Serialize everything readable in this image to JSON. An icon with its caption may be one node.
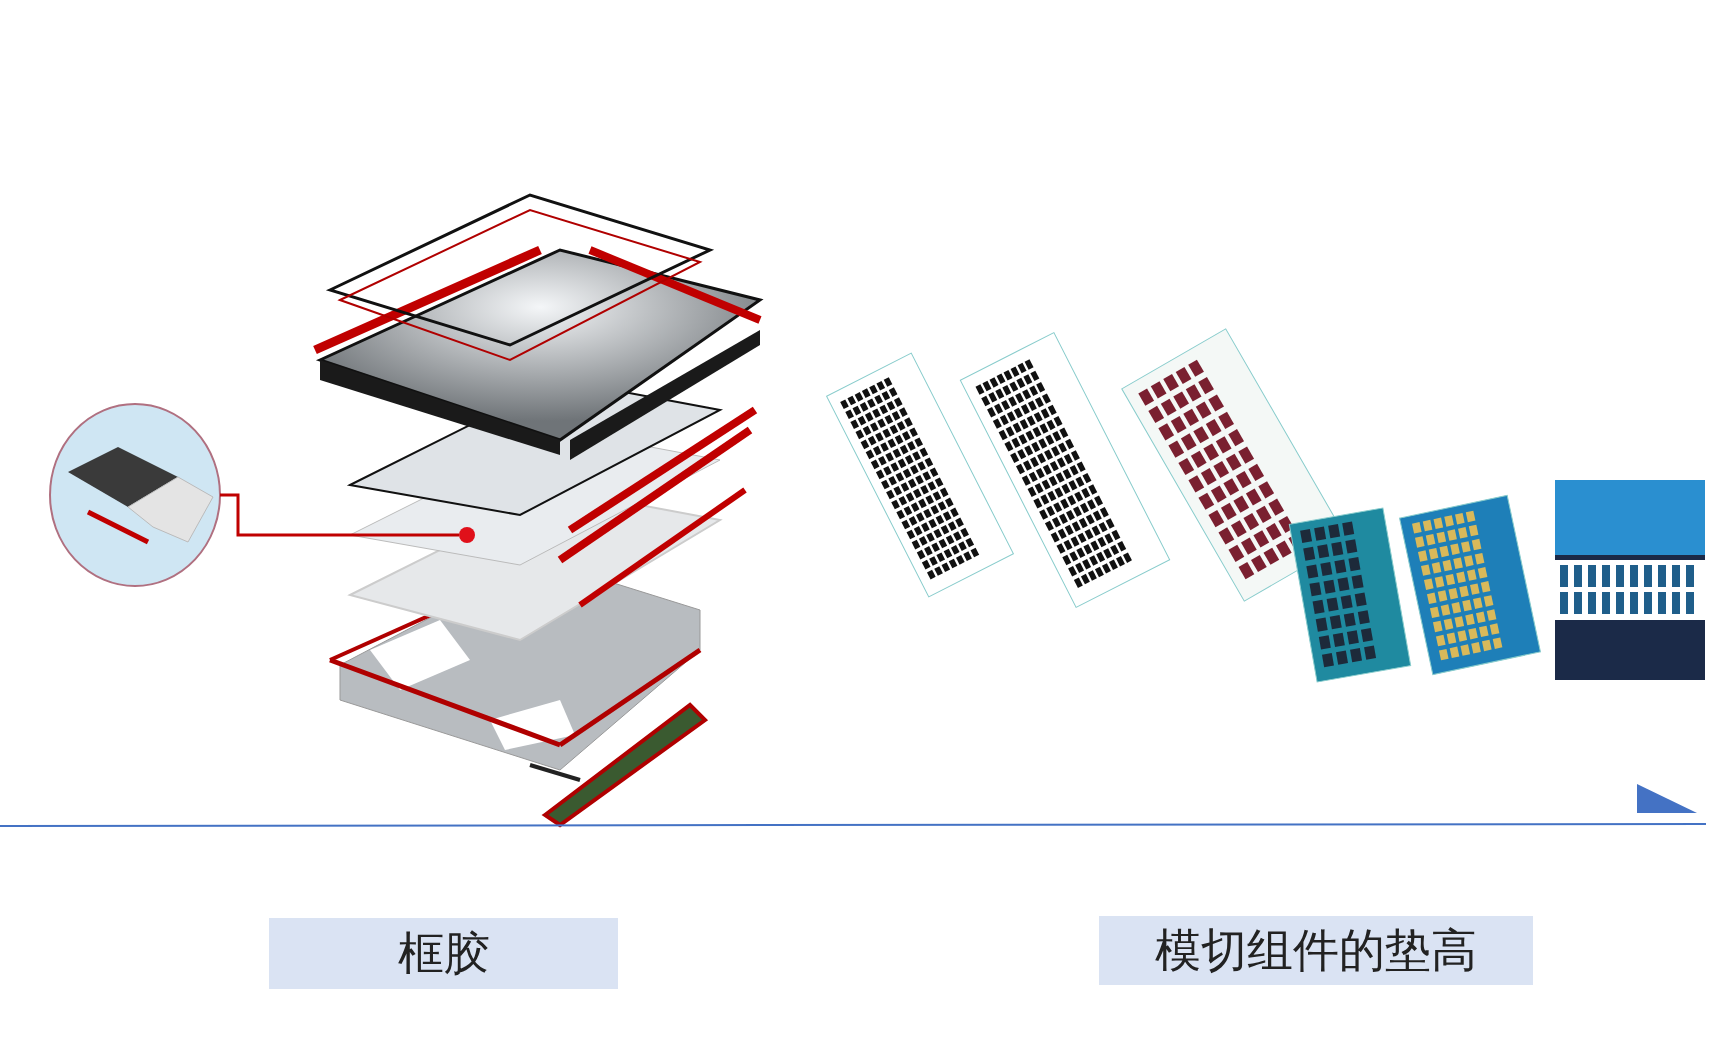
{
  "diagram": {
    "nodes": [
      {
        "text": [],
        "shape": "picture"
      },
      {
        "text": [],
        "shape": "circle"
      },
      {
        "text": [
          "框胶"
        ]
      },
      {
        "text": [
          "模切组件的垫高"
        ]
      }
    ],
    "edges": [
      {
        "from": 0,
        "to": 1,
        "arrow": "none",
        "color": "#c00000"
      }
    ]
  }
}
